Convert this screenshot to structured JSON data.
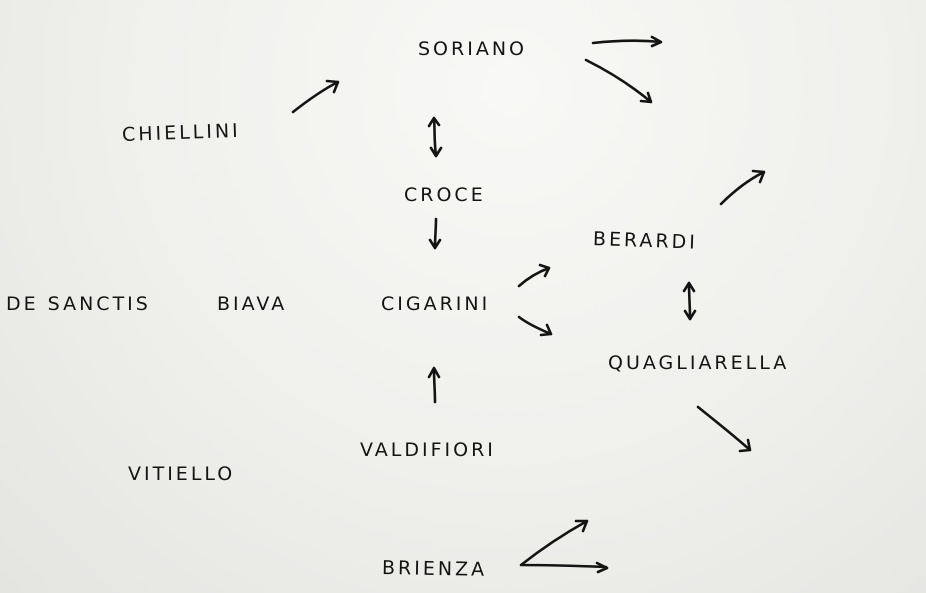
{
  "diagram": {
    "players": {
      "soriano": "SORIANO",
      "chiellini": "CHIELLINI",
      "croce": "CROCE",
      "berardi": "BERARDI",
      "desanctis": "DE SANCTIS",
      "biava": "BIAVA",
      "cigarini": "CIGARINI",
      "quagliarella": "QUAGLIARELLA",
      "valdifiori": "VALDIFIORI",
      "vitiello": "VITIELLO",
      "brienza": "BRIENZA"
    },
    "ink_color": "#141414",
    "paper_color": "#efefec"
  }
}
